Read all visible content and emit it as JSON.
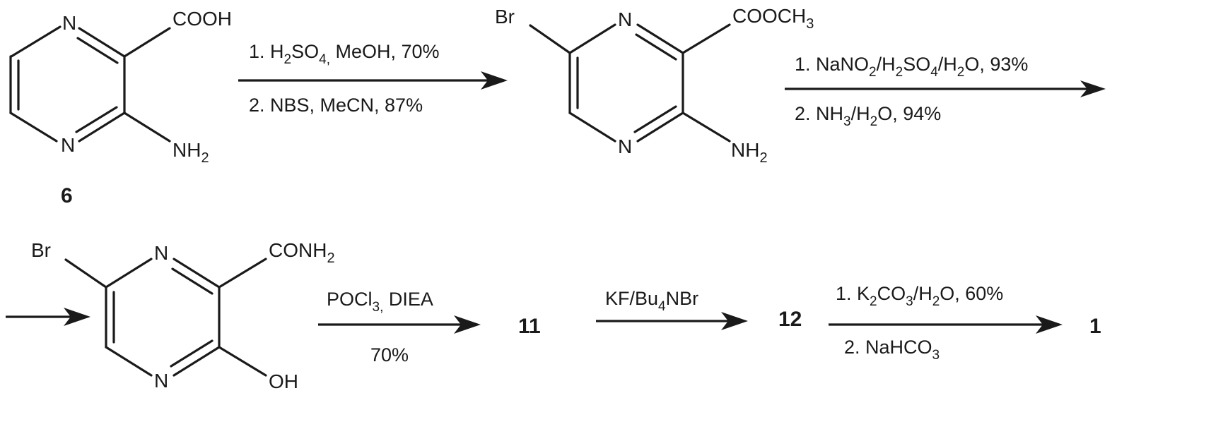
{
  "molecule_6": {
    "n_top": "N",
    "n_bottom": "N",
    "substituent_top": "COOH",
    "substituent_bottom": {
      "main": "NH",
      "sub": "2"
    },
    "label": "6"
  },
  "molecule_ester": {
    "br": "Br",
    "n_top": "N",
    "n_bottom": "N",
    "substituent_top": "COOCH",
    "substituent_top_sub": "3",
    "substituent_bottom": {
      "main": "NH",
      "sub": "2"
    }
  },
  "molecule_amide": {
    "br": "Br",
    "n_top": "N",
    "n_bottom": "N",
    "substituent_top": "CONH",
    "substituent_top_sub": "2",
    "substituent_bottom": "OH"
  },
  "step1": {
    "line1_prefix": "1. H",
    "line1_sub1": "2",
    "line1_mid": "SO",
    "line1_sub2": "4,",
    "line1_suffix": " MeOH, 70%",
    "line2": "2. NBS, MeCN, 87%"
  },
  "step2": {
    "line1_a": "1. NaNO",
    "line1_s1": "2",
    "line1_b": "/H",
    "line1_s2": "2",
    "line1_c": "SO",
    "line1_s3": "4",
    "line1_d": "/H",
    "line1_s4": "2",
    "line1_e": "O, 93%",
    "line2_a": "2. NH",
    "line2_s1": "3",
    "line2_b": "/H",
    "line2_s2": "2",
    "line2_c": "O, 94%"
  },
  "step3": {
    "line1_a": "POCl",
    "line1_s1": "3,",
    "line1_b": " DIEA",
    "line2": "70%"
  },
  "step4": {
    "line1_a": "KF/Bu",
    "line1_s1": "4",
    "line1_b": "NBr"
  },
  "step5": {
    "line1_a": "1. K",
    "line1_s1": "2",
    "line1_b": "CO",
    "line1_s2": "3",
    "line1_c": "/H",
    "line1_s3": "2",
    "line1_d": "O, 60%",
    "line2_a": "2. NaHCO",
    "line2_s1": "3"
  },
  "compound_11": "11",
  "compound_12": "12",
  "compound_1": "1"
}
